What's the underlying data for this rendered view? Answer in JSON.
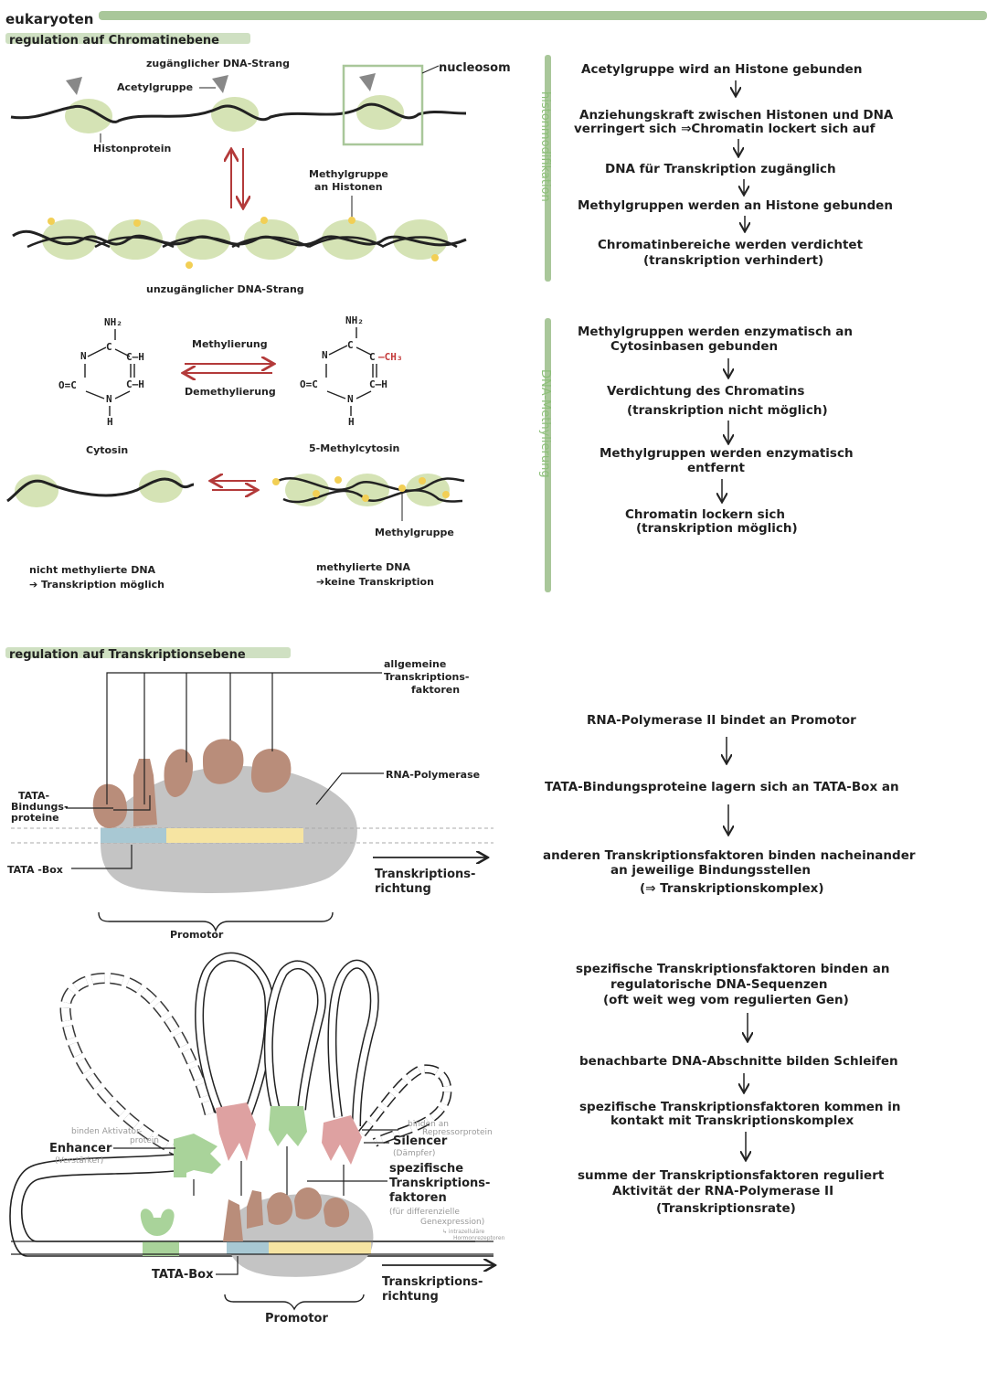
{
  "title": "eukaryoten",
  "colors": {
    "accent_green": "#a9c79a",
    "histone": "#d5e3b5",
    "acetyl": "#888888",
    "methyl": "#f2cf55",
    "arrow_red": "#b33a3a",
    "factor_brown": "#b98d7a",
    "polymerase_gray": "#c4c4c4",
    "tata_blue": "#a8c8d3",
    "promoter_yellow": "#f6e4a2",
    "enhancer_green": "#a9d39a",
    "silencer_red": "#dea1a1"
  },
  "chromatin": {
    "heading": "regulation auf Chromatinebene",
    "accessible_strand": "zugänglicher DNA-Strang",
    "acetyl_group": "Acetylgruppe",
    "nucleosome": "nucleosom",
    "histone_protein": "Histonprotein",
    "methyl_on_histone_1": "Methylgruppe",
    "methyl_on_histone_2": "an Histonen",
    "inaccessible_strand": "unzugänglicher DNA-Strang",
    "methylation": "Methylierung",
    "demethylation": "Demethylierung",
    "cytosine": "Cytosin",
    "methylcytosine": "5-Methylcytosin",
    "methyl_group": "Methylgruppe",
    "unmethylated_1": "nicht methylierte DNA",
    "unmethylated_2": "➔ Transkription möglich",
    "methylated_1": "methylierte DNA",
    "methylated_2": "➔keine Transkription",
    "side_histone": "histonmodifikation",
    "side_dna": "DNA-Methylierung",
    "flow_histone": [
      "Acetylgruppe wird an Histone gebunden",
      "Anziehungskraft zwischen Histonen und DNA",
      "verringert sich ⇒Chromatin lockert sich auf",
      "DNA für Transkription zugänglich",
      "Methylgruppen werden an Histone gebunden",
      "Chromatinbereiche werden verdichtet",
      "(transkription verhindert)"
    ],
    "flow_dna": [
      "Methylgruppen werden enzymatisch an",
      "Cytosinbasen gebunden",
      "Verdichtung des Chromatins",
      "(transkription nicht möglich)",
      "Methylgruppen werden enzymatisch",
      "entfernt",
      "Chromatin lockern sich",
      "(transkription möglich)"
    ]
  },
  "transcription": {
    "heading": "regulation auf Transkriptionsebene",
    "general_factors": [
      "allgemeine",
      "Transkriptions-",
      "faktoren"
    ],
    "rna_polymerase": "RNA-Polymerase",
    "tata_binding": [
      "TATA-",
      "Bindungs-",
      "proteine"
    ],
    "tata_box": "TATA -Box",
    "direction": [
      "Transkriptions-",
      "richtung"
    ],
    "promoter": "Promotor",
    "enhancer": "Enhancer",
    "enhancer_sub": "(Verstärker)",
    "enhancer_note": "binden Aktivator-",
    "enhancer_note2": "protein",
    "silencer": "Silencer",
    "silencer_sub": "(Dämpfer)",
    "silencer_note": "binden an",
    "silencer_note2": "Repressorprotein",
    "specific_factors": [
      "spezifische",
      "Transkriptions-",
      "faktoren"
    ],
    "specific_note": [
      "(für differenzielle",
      "Genexpression)"
    ],
    "specific_tiny": [
      "↳ intrazelluläre",
      "Hormonrezeptoren"
    ],
    "tata_box_2": "TATA-Box",
    "direction_2": [
      "Transkriptions-",
      "richtung"
    ],
    "promoter_2": "Promotor",
    "flow_general": [
      "RNA-Polymerase II bindet an Promotor",
      "TATA-Bindungsproteine lagern sich an TATA-Box an",
      "anderen Transkriptionsfaktoren binden nacheinander",
      "an jeweilige Bindungsstellen",
      "(⇒ Transkriptionskomplex)"
    ],
    "flow_specific": [
      "spezifische Transkriptionsfaktoren binden an",
      "regulatorische DNA-Sequenzen",
      "(oft weit weg vom regulierten Gen)",
      "benachbarte DNA-Abschnitte bilden Schleifen",
      "spezifische Transkriptionsfaktoren kommen in",
      "kontakt mit Transkriptionskomplex",
      "summe der Transkriptionsfaktoren reguliert",
      "Aktivität der RNA-Polymerase II",
      "(Transkriptionsrate)"
    ]
  }
}
